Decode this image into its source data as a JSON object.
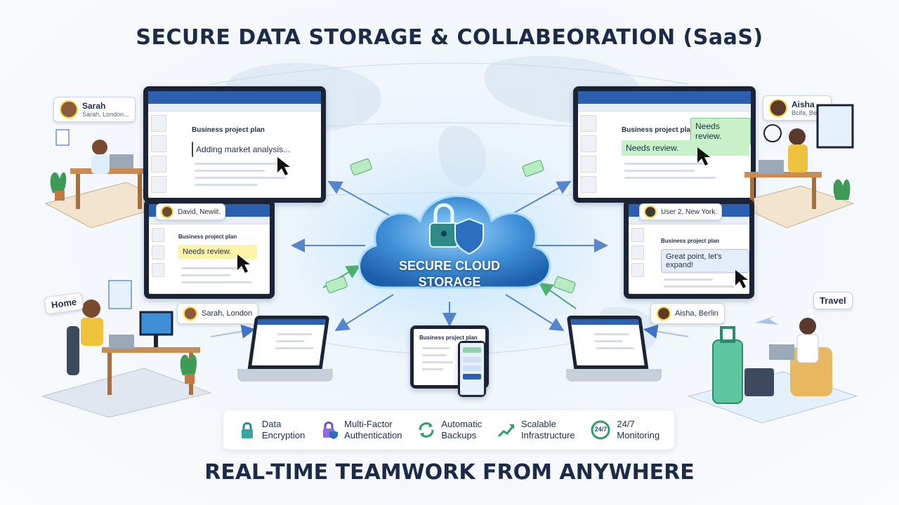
{
  "title": "SECURE DATA STORAGE & COLLABEORATION (SaaS)",
  "tagline": "REAL-TIME TEAMWORK FROM ANYWHERE",
  "cloud": {
    "line1": "SECURE CLOUD",
    "line2": "STORAGE"
  },
  "users": {
    "sarah_top": {
      "name": "Sarah",
      "location": "Sarah, London..."
    },
    "aisha_top": {
      "name": "Aisha",
      "location": "Bcifa, Berlin"
    },
    "david": {
      "label": "David, Newiit."
    },
    "user2": {
      "label": "User 2, New York."
    },
    "sarah_bottom": {
      "label": "Sarah, London"
    },
    "aisha_bottom": {
      "label": "Aisha, Berlin"
    }
  },
  "documents": {
    "top_left": {
      "title": "Business project plan",
      "text": "Adding market analysis..."
    },
    "top_right": {
      "title": "Business project plan",
      "bubble": "Needs review.",
      "text": "Needs review."
    },
    "mid_left": {
      "title": "Business project plan",
      "text": "Needs review."
    },
    "mid_right": {
      "title": "Business project plan",
      "text": "Great point, let's expand!"
    },
    "tablet": {
      "title": "Business prsject plan"
    }
  },
  "signs": {
    "home": "Home",
    "travel": "Travel"
  },
  "features": [
    {
      "icon": "lock-icon",
      "line1": "Data",
      "line2": "Encryption"
    },
    {
      "icon": "shield-lock-icon",
      "line1": "Multi-Factor",
      "line2": "Authentication"
    },
    {
      "icon": "sync-icon",
      "line1": "Automatic",
      "line2": "Backups"
    },
    {
      "icon": "growth-chart-icon",
      "line1": "Scalable",
      "line2": "Infrastructure"
    },
    {
      "icon": "clock-24-7-icon",
      "badge": "24/7",
      "line1": "24/7",
      "line2": "Monitoring"
    }
  ],
  "colors": {
    "accent": "#2b5fb0",
    "cloud": "#3f8fd6",
    "arrow": "#3d72c4",
    "green": "#4caf6e"
  }
}
